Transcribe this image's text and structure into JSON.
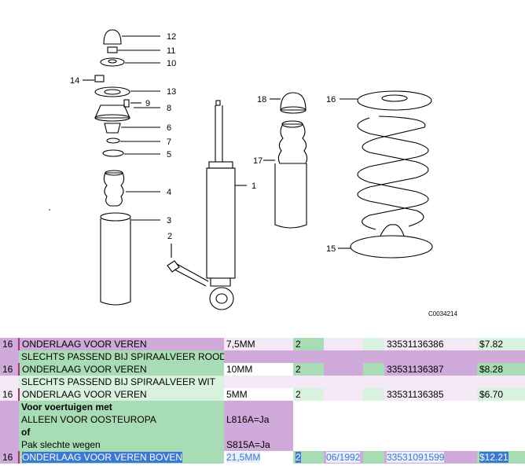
{
  "diagram": {
    "labels": [
      "12",
      "11",
      "10",
      "14",
      "13",
      "9",
      "8",
      "6",
      "7",
      "5",
      "4",
      "3",
      "2",
      "18",
      "16",
      "17",
      "1",
      "15"
    ],
    "code": "C0034214"
  },
  "table": {
    "partial_row": {
      "pos": "16",
      "desc": "ONDERLAAG VOOR VEREN",
      "size": "7,5MM",
      "qty": "2",
      "part": "33531136386",
      "price": "$7.82"
    },
    "row1": {
      "note": "SLECHTS PASSEND BIJ SPIRAALVEER ROOD",
      "pos": "16",
      "desc": "ONDERLAAG VOOR VEREN",
      "size": "10MM",
      "qty": "2",
      "part": "33531136387",
      "price": "$8.28"
    },
    "row2": {
      "note": "SLECHTS PASSEND BIJ SPIRAALVEER WIT",
      "pos": "16",
      "desc": "ONDERLAAG VOOR VEREN",
      "size": "5MM",
      "qty": "2",
      "part": "33531136385",
      "price": "$6.70"
    },
    "row3": {
      "note_bold": "Voor voertuigen met",
      "note_line1": "ALLEEN VOOR OOSTEUROPA",
      "code1": "L816A=Ja",
      "note_of": "of",
      "note_line2": "Pak slechte wegen",
      "code2": "S815A=Ja",
      "pos": "16",
      "desc": "ONDERLAAG VOOR VEREN BOVEN",
      "size": "21,5MM",
      "qty": "2",
      "date": "06/1992",
      "part": "33531091599",
      "price": "$12.21"
    }
  }
}
